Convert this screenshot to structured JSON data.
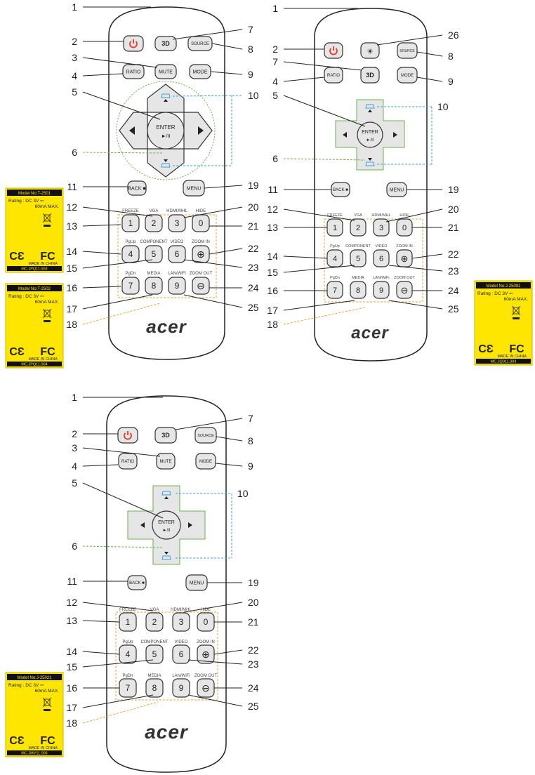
{
  "brand": "acer",
  "buttons": {
    "source": "SOURCE",
    "ratio": "RATIO",
    "mute": "MUTE",
    "mode": "MODE",
    "threed": "3D",
    "enter_top": "ENTER",
    "enter_bottom": "►/II",
    "back": "BACK",
    "menu": "MENU",
    "digits": [
      "1",
      "2",
      "3",
      "0",
      "4",
      "5",
      "6",
      "7",
      "8",
      "9"
    ]
  },
  "labels": {
    "freeze": "FREEZE",
    "vga": "VGA",
    "hdmi": "HDMI/MHL",
    "hide": "HIDE",
    "pgup": "PgUp",
    "component": "COMPONENT",
    "video": "VIDEO",
    "zoomin": "ZOOM IN",
    "pgdn": "PgDn",
    "media": "MEDIA",
    "lanwifi": "LAN/WiFi",
    "zoomout": "ZOOM OUT"
  },
  "callouts": [
    "1",
    "2",
    "3",
    "4",
    "5",
    "6",
    "7",
    "8",
    "9",
    "10",
    "11",
    "12",
    "13",
    "14",
    "15",
    "16",
    "17",
    "18",
    "19",
    "20",
    "21",
    "22",
    "23",
    "24",
    "25",
    "26"
  ],
  "stickers": [
    {
      "model": "Model No:T-2501",
      "rating": "Rating : DC 3V ⎓",
      "current": "60mA MAX.",
      "made": "MADE IN CHINA",
      "code": "MC.JPQ11.003"
    },
    {
      "model": "Model No:T-2502",
      "rating": "Rating : DC 3V ⎓",
      "current": "60mA MAX.",
      "made": "MADE IN CHINA",
      "code": "MC.JPQ11.004"
    },
    {
      "model": "Model No:J-25091",
      "rating": "Rating : DC 3V ⎓",
      "current": "60mA MAX.",
      "made": "MADE IN CHINA",
      "code": "MC.JQ011.004"
    },
    {
      "model": "Model No:J-25021",
      "rating": "Rating : DC 3V ⎓",
      "current": "60mA MAX.",
      "made": "MADE IN CHINA",
      "code": "MC.JMV11.006"
    }
  ],
  "colors": {
    "power": "#e23a2e",
    "sticker": "#ffe600",
    "dash_orange": "#f0a030",
    "dash_cyan": "#3aa0d8",
    "dash_green": "#6ab04c"
  }
}
